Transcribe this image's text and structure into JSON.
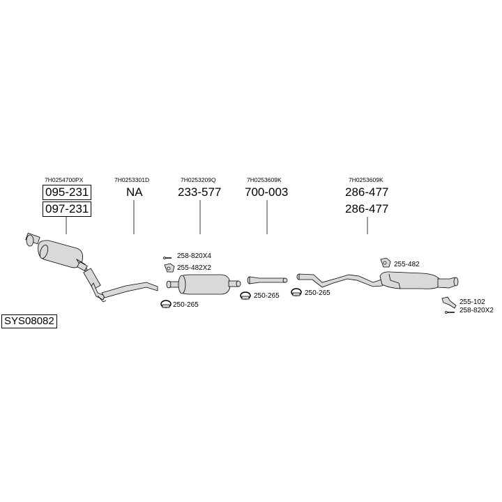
{
  "system_code": "SYS08082",
  "groups": [
    {
      "oe": "7H0254700PX",
      "parts": [
        "095-231",
        "097-231"
      ]
    },
    {
      "oe": "7H0253301D",
      "parts": [
        "NA"
      ]
    },
    {
      "oe": "7H0253209Q",
      "parts": [
        "233-577"
      ]
    },
    {
      "oe": "7H0253609K",
      "parts": [
        "700-003"
      ]
    },
    {
      "oe": "7H0253609K",
      "parts": [
        "286-477",
        "286-477"
      ]
    }
  ],
  "small_parts": {
    "bolt_1": "258-820X4",
    "bracket_1": "255-482X2",
    "clamp_1": "250-265",
    "clamp_2": "250-265",
    "clamp_3": "250-265",
    "bracket_2": "255-482",
    "bracket_3": "255-102",
    "bolt_2": "258-820X2"
  }
}
